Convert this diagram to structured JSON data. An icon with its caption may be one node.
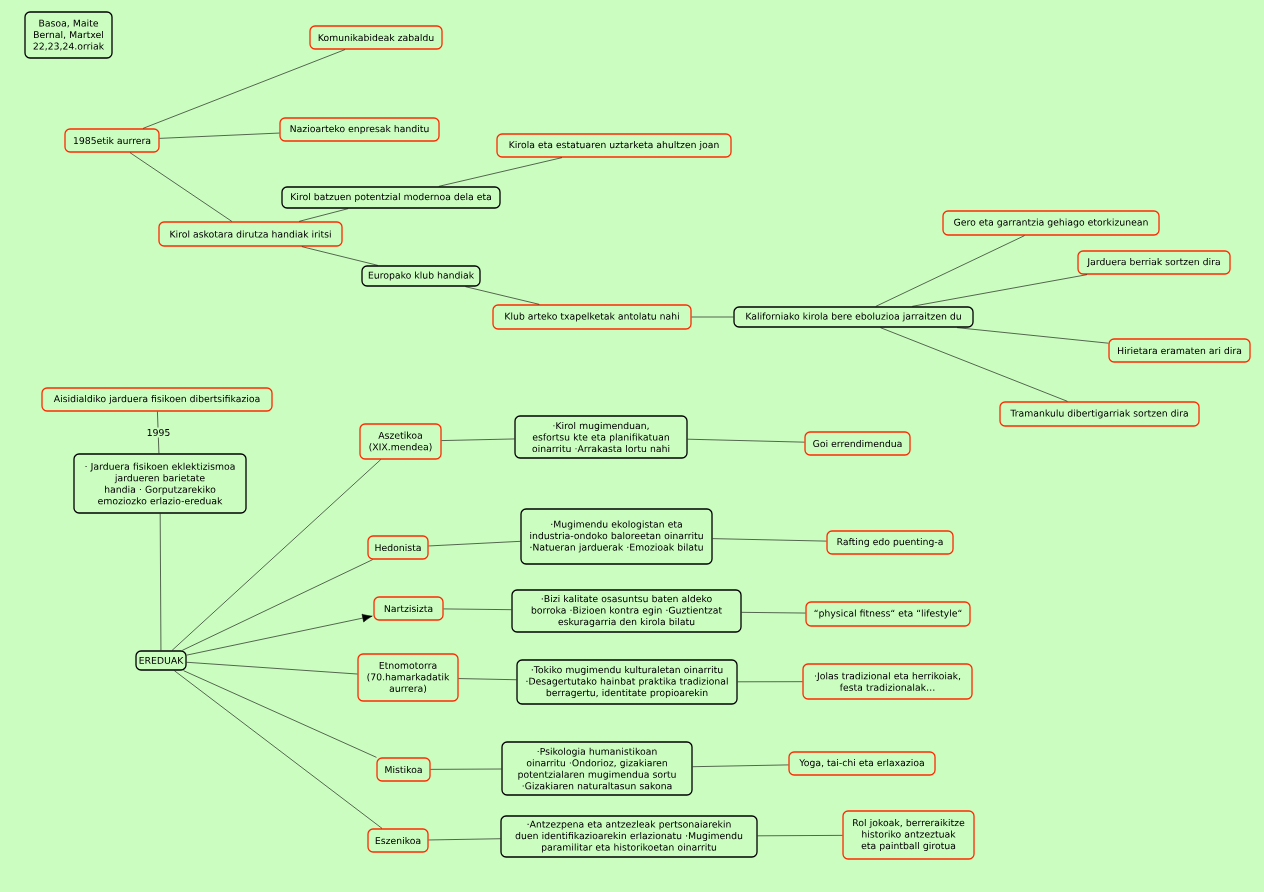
{
  "diagram": {
    "nodes": [
      {
        "text": [
          "Basoa, Maite Bernal, Martxel 22,23,24.orriak"
        ]
      },
      {
        "text": [
          "1985etik aurrera"
        ]
      },
      {
        "text": [
          "Komunikabideak zabaldu"
        ]
      },
      {
        "text": [
          "Nazioarteko enpresak handitu"
        ]
      },
      {
        "text": [
          "Kirol askotara dirutza handiak iritsi"
        ]
      },
      {
        "text": [
          "Kirol batzuen potentzial modernoa dela eta"
        ]
      },
      {
        "text": [
          "Kirola eta estatuaren uztarketa ahultzen joan"
        ]
      },
      {
        "text": [
          "Europako klub handiak"
        ]
      },
      {
        "text": [
          "Klub arteko txapelketak antolatu nahi"
        ]
      },
      {
        "text": [
          "Kaliforniako kirola bere eboluzioa jarraitzen du"
        ]
      },
      {
        "text": [
          "Gero eta garrantzia gehiago etorkizunean"
        ]
      },
      {
        "text": [
          "Jarduera berriak sortzen dira"
        ]
      },
      {
        "text": [
          "Hirietara eramaten ari dira"
        ]
      },
      {
        "text": [
          "Tramankulu dibertigarriak sortzen dira"
        ]
      },
      {
        "text": [
          "Aisidialdiko jarduera fisikoen dibertsifikazioa"
        ]
      },
      {
        "text": [
          "· Jarduera fisikoen eklektizismoa jardueren barietate handia · Gorputzarekiko emoziozko erlazio-ereduak"
        ]
      },
      {
        "text": [
          "EREDUAK"
        ]
      },
      {
        "text": [
          "Aszetikoa (XIX.mendea)"
        ]
      },
      {
        "text": [
          "·Kirol mugimenduan, esfortsu kte eta planifikatuan oinarritu ·Arrakasta lortu nahi"
        ]
      },
      {
        "text": [
          "Goi errendimendua"
        ]
      },
      {
        "text": [
          "Hedonista"
        ]
      },
      {
        "text": [
          "·Mugimendu ekologistan eta industria-ondoko baloreetan oinarritu ·Natueran jarduerak ·Emozioak bilatu"
        ]
      },
      {
        "text": [
          "Rafting edo puenting-a"
        ]
      },
      {
        "text": [
          "Nartzisizta"
        ]
      },
      {
        "text": [
          "·Bizi kalitate osasuntsu baten aldeko borroka ·Bizioen kontra egin ·Guztientzat eskuragarria den kirola bilatu"
        ]
      },
      {
        "text": [
          "“physical fitness“ eta “lifestyle“"
        ]
      },
      {
        "text": [
          "Etnomotorra (70.hamarkadatik aurrera)"
        ]
      },
      {
        "text": [
          "·Tokiko mugimendu kulturaletan oinarritu ·Desagertutako hainbat praktika tradizional berragertu, identitate propioarekin"
        ]
      },
      {
        "text": [
          "·Jolas tradizional eta herrikoiak, festa tradizionalak…"
        ]
      },
      {
        "text": [
          "Mistikoa"
        ]
      },
      {
        "text": [
          "·Psikologia humanistikoan oinarritu ·Ondorioz, gizakiaren potentzialaren mugimendua sortu ·Gizakiaren naturaltasun sakona"
        ]
      },
      {
        "text": [
          "Yoga, tai-chi eta erlaxazioa"
        ]
      },
      {
        "text": [
          "Eszenikoa"
        ]
      },
      {
        "text": [
          "·Antzezpena eta antzezleak pertsonaiarekin duen identifikazioarekin erlazionatu ·Mugimendu paramilitar eta historikoetan oinarritu"
        ]
      },
      {
        "text": [
          "Rol jokoak, berreraikitze historiko antzeztuak eta paintball girotua"
        ]
      }
    ],
    "edges": [
      {
        "from": 1,
        "to": 2,
        "arrow": "none"
      },
      {
        "from": 1,
        "to": 3,
        "arrow": "none"
      },
      {
        "from": 1,
        "to": 4,
        "arrow": "none"
      },
      {
        "from": 4,
        "to": 5,
        "arrow": "none"
      },
      {
        "from": 5,
        "to": 6,
        "arrow": "none"
      },
      {
        "from": 4,
        "to": 7,
        "arrow": "none"
      },
      {
        "from": 7,
        "to": 8,
        "arrow": "none"
      },
      {
        "from": 8,
        "to": 9,
        "arrow": "none"
      },
      {
        "from": 9,
        "to": 10,
        "arrow": "none"
      },
      {
        "from": 9,
        "to": 11,
        "arrow": "none"
      },
      {
        "from": 9,
        "to": 12,
        "arrow": "none"
      },
      {
        "from": 9,
        "to": 13,
        "arrow": "none"
      },
      {
        "from": 14,
        "to": 15,
        "arrow": "none",
        "label": "1995"
      },
      {
        "from": 15,
        "to": 16,
        "arrow": "none"
      },
      {
        "from": 16,
        "to": 17,
        "arrow": "none"
      },
      {
        "from": 16,
        "to": 20,
        "arrow": "none"
      },
      {
        "from": 16,
        "to": 23,
        "arrow": "to"
      },
      {
        "from": 16,
        "to": 26,
        "arrow": "none"
      },
      {
        "from": 16,
        "to": 29,
        "arrow": "none"
      },
      {
        "from": 16,
        "to": 32,
        "arrow": "none"
      },
      {
        "from": 17,
        "to": 18,
        "arrow": "none"
      },
      {
        "from": 18,
        "to": 19,
        "arrow": "none"
      },
      {
        "from": 20,
        "to": 21,
        "arrow": "none"
      },
      {
        "from": 21,
        "to": 22,
        "arrow": "none"
      },
      {
        "from": 23,
        "to": 24,
        "arrow": "none"
      },
      {
        "from": 24,
        "to": 25,
        "arrow": "none"
      },
      {
        "from": 26,
        "to": 27,
        "arrow": "none"
      },
      {
        "from": 27,
        "to": 28,
        "arrow": "none"
      },
      {
        "from": 29,
        "to": 30,
        "arrow": "none"
      },
      {
        "from": 30,
        "to": 31,
        "arrow": "none"
      },
      {
        "from": 32,
        "to": 33,
        "arrow": "none"
      },
      {
        "from": 33,
        "to": 34,
        "arrow": "none"
      }
    ]
  }
}
